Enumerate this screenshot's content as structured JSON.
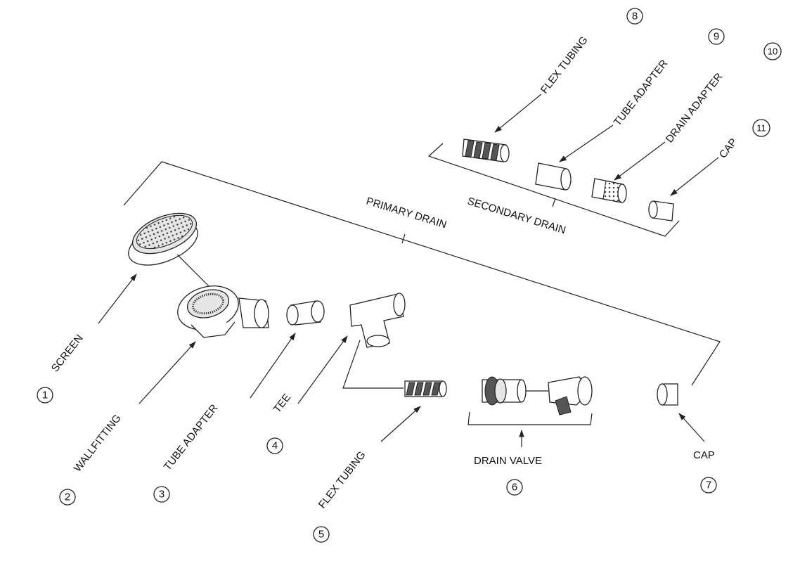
{
  "groups": {
    "primary": "PRIMARY DRAIN",
    "secondary": "SECONDARY DRAIN"
  },
  "parts": {
    "screen": "SCREEN",
    "wallfitting": "WALLFITTING",
    "tube_adapter": "TUBE ADAPTER",
    "tee": "TEE",
    "flex_tubing": "FLEX TUBING",
    "drain_valve": "DRAIN VALVE",
    "cap": "CAP",
    "flex_tubing_2": "FLEX TUBING",
    "tube_adapter_2": "TUBE ADAPTER",
    "drain_adapter": "DRAIN ADAPTER",
    "cap_2": "CAP"
  },
  "numbers": {
    "n1": "1",
    "n2": "2",
    "n3": "3",
    "n4": "4",
    "n5": "5",
    "n6": "6",
    "n7": "7",
    "n8": "8",
    "n9": "9",
    "n10": "10",
    "n11": "11"
  }
}
